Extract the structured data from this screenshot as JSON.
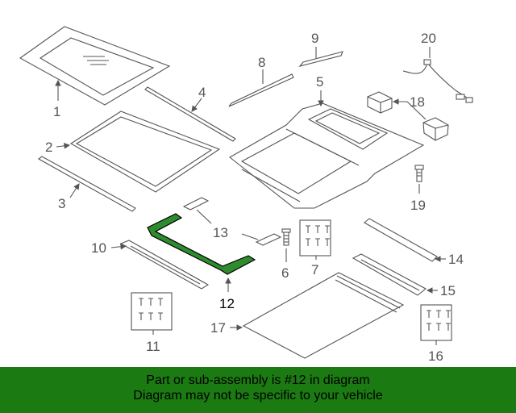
{
  "colors": {
    "highlight": "#2e8b2e",
    "banner": "#1b7a12",
    "outline": "#555555"
  },
  "callouts": {
    "c1": "1",
    "c2": "2",
    "c3": "3",
    "c4": "4",
    "c5": "5",
    "c6": "6",
    "c7": "7",
    "c8": "8",
    "c9": "9",
    "c10": "10",
    "c11": "11",
    "c12": "12",
    "c13": "13",
    "c14": "14",
    "c15": "15",
    "c16": "16",
    "c17": "17",
    "c18": "18",
    "c19": "19",
    "c20": "20"
  },
  "banner": {
    "line1": "Part or sub-assembly is #12 in diagram",
    "line2": "Diagram may not be specific to your vehicle"
  }
}
